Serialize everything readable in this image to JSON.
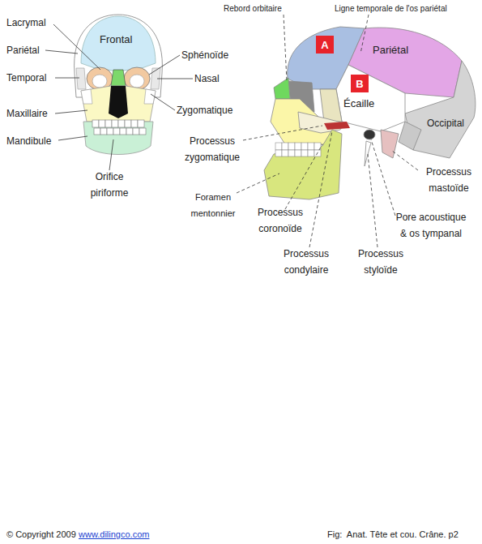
{
  "diagram": {
    "caption": "Fig:  Anat. Tête et cou. Crâne. p2",
    "nodes": [
      {
        "text": [
          "A"
        ]
      },
      {
        "text": [
          "B"
        ]
      }
    ],
    "labels": [
      "Lacrymal",
      "Pariétal",
      "Temporal",
      "Maxillaire",
      "Mandibule",
      "Frontal",
      "Orifice piriforme",
      "Rebord orbitaire",
      "Ligne temporale de l'os pariétal",
      "Sphénoïde",
      "Nasal",
      "Zygomatique",
      "Processus zygomatique",
      "Pariétal",
      "Écaille",
      "Occipital",
      "Foramen mentonnier",
      "Processus coronoïde",
      "Processus mastoïde",
      "Pore acoustique & os tympanal",
      "Processus condylaire",
      "Processus styloïde",
      "© Copyright 2009",
      "www.dilingco.com"
    ]
  }
}
